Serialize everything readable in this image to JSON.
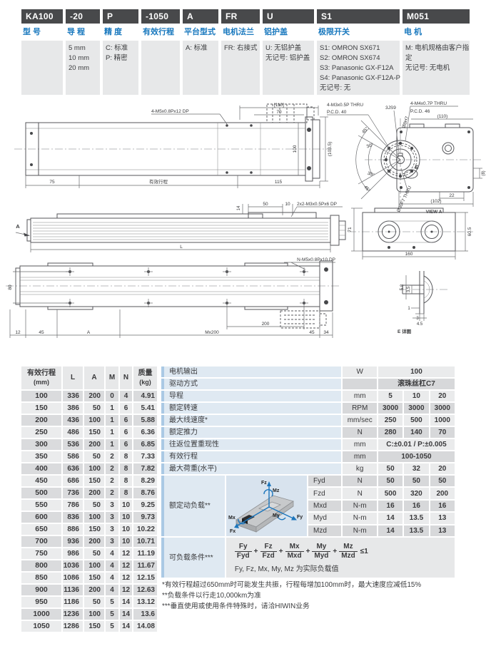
{
  "colors": {
    "header_bg": "#48494b",
    "label_blue": "#1878be",
    "panel_blue": "#dfe9f2",
    "accent_strip": "#aac9e4",
    "row_dark": "#d7d8da",
    "row_light": "#eaebec",
    "axis_blue": "#1b75bc"
  },
  "model_code": {
    "columns": [
      {
        "code": "KA100",
        "label": "型 号",
        "options": []
      },
      {
        "code": "-20",
        "label": "导 程",
        "options": [
          "5 mm",
          "10 mm",
          "20 mm"
        ]
      },
      {
        "code": "P",
        "label": "精 度",
        "options": [
          "C: 标准",
          "P: 精密"
        ]
      },
      {
        "code": "-1050",
        "label": "有效行程",
        "options": []
      },
      {
        "code": "A",
        "label": "平台型式",
        "options": [
          "A: 标准"
        ]
      },
      {
        "code": "FR",
        "label": "电机法兰",
        "options": [
          "FR: 右接式"
        ]
      },
      {
        "code": "U",
        "label": "铝护盖",
        "options": [
          "U: 无铝护盖",
          "无记号: 铝护盖"
        ]
      },
      {
        "code": "S1",
        "label": "极限开关",
        "options": [
          "S1: OMRON SX671",
          "S2: OMRON SX674",
          "S3: Panasonic GX-F12A",
          "S4: Panasonic GX-F12A-P",
          "无记号: 无"
        ]
      },
      {
        "code": "M051",
        "label": "电 机",
        "options": [
          "M: 电机规格由客户指定",
          "无记号: 无电机"
        ]
      }
    ]
  },
  "drawing": {
    "top_view": {
      "d110": "[110]",
      "d70": "70",
      "callout_m5": "4-M5x0.8Px12 DP",
      "d103_5": "(103.5)",
      "d100": "100",
      "d75": "75",
      "stroke_label": "有效行程",
      "d115": "115"
    },
    "view_a": {
      "callout_m3": "4-M3x0.5P THRU",
      "pcd40": "P.C.D. 40",
      "callout_m4": "4-M4x0.7P THRU",
      "pcd46": "P.C.D. 46",
      "d110": "(110)",
      "keyway": "3JS9",
      "shaft": "Ø8H7",
      "bore": "Ø30F7 THRU",
      "a45_1": "45°",
      "a30_1": "30°",
      "a30_2": "30°",
      "a45_2": "45°",
      "e_label": "E",
      "d22": "22",
      "d102": "(102)",
      "d8": "(8)",
      "caption": "VIEW A"
    },
    "side_view": {
      "view_arrow": "A",
      "d14": "14",
      "d50": "50",
      "d10": "10",
      "callout_m3": "2x2-M3x0.5Px6 DP",
      "dL": "L"
    },
    "section_view": {
      "d71": "71",
      "d160": "160",
      "d60_5": "60.5"
    },
    "bottom_view": {
      "callout_m5": "N-M5x0.8Px10 DP",
      "d80": "80",
      "d200": "200",
      "d12": "12",
      "d45a": "45",
      "dA": "A",
      "dMx200": "Mx200",
      "d45b": "45",
      "d34": "34"
    },
    "e_detail": {
      "d5_8": "5.8",
      "d3_5": "3.5",
      "d1": "1",
      "d3": "3",
      "d4_5": "4.5",
      "caption": "E 详图"
    }
  },
  "dim_table": {
    "headers": [
      [
        "有效行程",
        "(mm)"
      ],
      [
        "L"
      ],
      [
        "A"
      ],
      [
        "M"
      ],
      [
        "N"
      ],
      [
        "质量",
        "(kg)"
      ]
    ],
    "rows": [
      [
        "100",
        "336",
        "200",
        "0",
        "4",
        "4.91"
      ],
      [
        "150",
        "386",
        "50",
        "1",
        "6",
        "5.41"
      ],
      [
        "200",
        "436",
        "100",
        "1",
        "6",
        "5.88"
      ],
      [
        "250",
        "486",
        "150",
        "1",
        "6",
        "6.36"
      ],
      [
        "300",
        "536",
        "200",
        "1",
        "6",
        "6.85"
      ],
      [
        "350",
        "586",
        "50",
        "2",
        "8",
        "7.33"
      ],
      [
        "400",
        "636",
        "100",
        "2",
        "8",
        "7.82"
      ],
      [
        "450",
        "686",
        "150",
        "2",
        "8",
        "8.29"
      ],
      [
        "500",
        "736",
        "200",
        "2",
        "8",
        "8.76"
      ],
      [
        "550",
        "786",
        "50",
        "3",
        "10",
        "9.25"
      ],
      [
        "600",
        "836",
        "100",
        "3",
        "10",
        "9.73"
      ],
      [
        "650",
        "886",
        "150",
        "3",
        "10",
        "10.22"
      ],
      [
        "700",
        "936",
        "200",
        "3",
        "10",
        "10.71"
      ],
      [
        "750",
        "986",
        "50",
        "4",
        "12",
        "11.19"
      ],
      [
        "800",
        "1036",
        "100",
        "4",
        "12",
        "11.67"
      ],
      [
        "850",
        "1086",
        "150",
        "4",
        "12",
        "12.15"
      ],
      [
        "900",
        "1136",
        "200",
        "4",
        "12",
        "12.63"
      ],
      [
        "950",
        "1186",
        "50",
        "5",
        "14",
        "13.12"
      ],
      [
        "1000",
        "1236",
        "100",
        "5",
        "14",
        "13.6"
      ],
      [
        "1050",
        "1286",
        "150",
        "5",
        "14",
        "14.08"
      ]
    ]
  },
  "spec": {
    "header_rows": [
      {
        "label": "电机输出",
        "unit": "W",
        "value": "100"
      },
      {
        "label": "驱动方式",
        "unit": "",
        "value": "滚珠丝杠C7"
      }
    ],
    "lead_rows": [
      {
        "label": "导程",
        "unit": "mm",
        "values": [
          "5",
          "10",
          "20"
        ]
      },
      {
        "label": "额定转速",
        "unit": "RPM",
        "values": [
          "3000",
          "3000",
          "3000"
        ]
      },
      {
        "label": "最大线速度*",
        "unit": "mm/sec",
        "values": [
          "250",
          "500",
          "1000"
        ]
      },
      {
        "label": "额定推力",
        "unit": "N",
        "values": [
          "280",
          "140",
          "70"
        ]
      },
      {
        "label": "往返位置重现性",
        "unit": "mm",
        "values": [
          "C:±0.01 / P:±0.005"
        ]
      },
      {
        "label": "有效行程",
        "unit": "mm",
        "values": [
          "100-1050"
        ]
      },
      {
        "label": "最大荷重(水平)",
        "unit": "kg",
        "values": [
          "50",
          "32",
          "20"
        ]
      }
    ],
    "dynamic_load": {
      "label": "额定动负载**",
      "axis_labels": [
        "Fz",
        "Mz",
        "Mx",
        "Fx",
        "My",
        "Fy"
      ],
      "rows": [
        {
          "sub": "Fyd",
          "unit": "N",
          "values": [
            "50",
            "50",
            "50"
          ]
        },
        {
          "sub": "Fzd",
          "unit": "N",
          "values": [
            "500",
            "320",
            "200"
          ]
        },
        {
          "sub": "Mxd",
          "unit": "N-m",
          "values": [
            "16",
            "16",
            "16"
          ]
        },
        {
          "sub": "Myd",
          "unit": "N-m",
          "values": [
            "14",
            "13.5",
            "13"
          ]
        },
        {
          "sub": "Mzd",
          "unit": "N-m",
          "values": [
            "14",
            "13.5",
            "13"
          ]
        }
      ]
    },
    "load_condition": {
      "label": "可负载条件***",
      "fractions": [
        [
          "Fy",
          "Fyd"
        ],
        [
          "Fz",
          "Fzd"
        ],
        [
          "Mx",
          "Mxd"
        ],
        [
          "My",
          "Myd"
        ],
        [
          "Mz",
          "Mzd"
        ]
      ],
      "suffix": "≤1",
      "note": "Fy, Fz, Mx, My, Mz 为实际负载值"
    }
  },
  "notes": [
    "*有效行程超过650mm时可能发生共振，行程每增加100mm时，最大速度应减低15%",
    "**负载条件以行走10,000km为准",
    "***垂直使用或使用条件特殊时，请洽HIWIN业务"
  ]
}
